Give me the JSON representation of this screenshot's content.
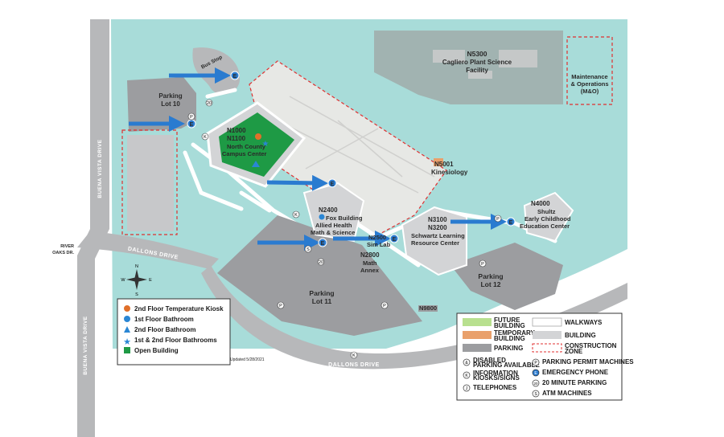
{
  "buildings": {
    "n5300": {
      "code": "N5300",
      "name": "Cagliero Plant Science",
      "name2": "Facility"
    },
    "mo": {
      "line1": "Maintenance",
      "line2": "& Operations",
      "line3": "(M&O)"
    },
    "n1000": {
      "code1": "N1000",
      "code2": "N1100",
      "name1": "North County",
      "name2": "Campus Center"
    },
    "n5001": {
      "code": "N5001",
      "name": "Kinesiology"
    },
    "n2400": {
      "code": "N2400",
      "name1": "Fox Building",
      "name2": "Allied Health",
      "name3": "Math & Science"
    },
    "n2500": {
      "code": "N2500",
      "name": "Sim Lab"
    },
    "n2800": {
      "code": "N2800",
      "name1": "Math",
      "name2": "Annex"
    },
    "n3100": {
      "code1": "N3100",
      "code2": "N3200",
      "name1": "Schwartz Learning",
      "name2": "Resource Center"
    },
    "n4000": {
      "code": "N4000",
      "name1": "Shultz",
      "name2": "Early Childhood",
      "name3": "Education Center"
    },
    "n9800": {
      "code": "N9800"
    }
  },
  "parking": {
    "lot10": {
      "line1": "Parking",
      "line2": "Lot 10"
    },
    "lot11": {
      "line1": "Parking",
      "line2": "Lot 11"
    },
    "lot12": {
      "line1": "Parking",
      "line2": "Lot 12"
    }
  },
  "roads": {
    "buena_vista_top": "BUENA VISTA DRIVE",
    "buena_vista_bottom": "BUENA VISTA DRIVE",
    "river_oaks_1": "RIVER",
    "river_oaks_2": "OAKS DR.",
    "dallons_upper": "DALLONS DRIVE",
    "dallons_lower": "DALLONS DRIVE"
  },
  "bus_stop": "Bus Stop",
  "updated": "Updated 5/28/2021",
  "legend_left": [
    {
      "label": "2nd Floor Temperature Kiosk",
      "color": "#e0702a",
      "shape": "circle"
    },
    {
      "label": "1st Floor Bathroom",
      "color": "#2a86d4",
      "shape": "circle"
    },
    {
      "label": "2nd Floor Bathroom",
      "color": "#2a86d4",
      "shape": "triangle"
    },
    {
      "label": "1st & 2nd Floor Bathrooms",
      "color": "#2a86d4",
      "shape": "star"
    },
    {
      "label": "Open Building",
      "color": "#1e9a45",
      "shape": "square"
    }
  ],
  "legend_right": {
    "future": {
      "line1": "FUTURE",
      "line2": "BUILDING"
    },
    "temporary": {
      "line1": "TEMPORARY",
      "line2": "BUILDING"
    },
    "parking": "PARKING",
    "walkways": "WALKWAYS",
    "building": "BUILDING",
    "construction": {
      "line1": "CONSTRUCTION",
      "line2": "ZONE"
    },
    "disabled": {
      "line1": "DISABLED",
      "line2": "PARKING AVAILABLE"
    },
    "info": {
      "line1": "INFORMATION",
      "line2": "KIOSKS/SIGNS"
    },
    "telephones": "TELEPHONES",
    "permit": "PARKING PERMIT MACHINES",
    "emergency": "EMERGENCY PHONE",
    "twenty": "20 MINUTE PARKING",
    "atm": "ATM MACHINES"
  },
  "icon_letters": {
    "emergency": "E",
    "permit": "P",
    "info": "K",
    "atm": "S",
    "twenty": "20",
    "phone": "J",
    "disabled": "&"
  },
  "compass": {
    "n": "N",
    "s": "S",
    "e": "E",
    "w": "W"
  },
  "colors": {
    "water": "#a8dcd9",
    "road": "#b7b8ba",
    "parking": "#9c9da0",
    "building": "#d3d4d6",
    "construction_fill": "#e7e8e5",
    "open_building": "#1e9a45",
    "arrow": "#2a7bd0",
    "temporary": "#e9a06b",
    "construction_line": "#e03030"
  }
}
